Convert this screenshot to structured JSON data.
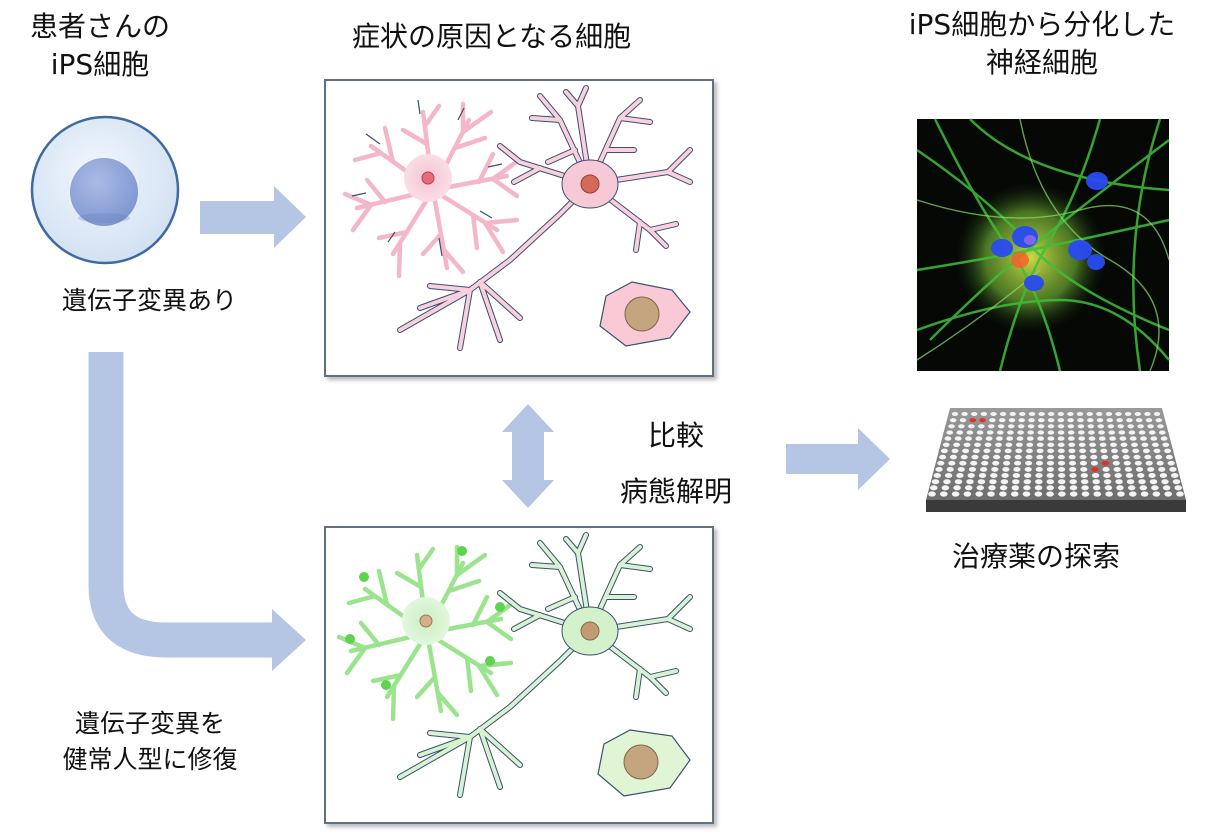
{
  "patient_ips": {
    "line1": "患者さんの",
    "line2": "iPS細胞"
  },
  "mutation_present": "遺伝子変異あり",
  "diseased_cells_title": "症状の原因となる細胞",
  "repaired": {
    "line1": "遺伝子変異を",
    "line2": "健常人型に修復"
  },
  "comparison": {
    "line1": "比較",
    "line2": "病態解明"
  },
  "neurons_title": {
    "line1": "iPS細胞から分化した",
    "line2": "神経細胞"
  },
  "drug_screening": "治療薬の探索",
  "colors": {
    "arrow": "#b4c6e4",
    "diseased_fill": "#f9d0dc",
    "diseased_stroke": "#3a4f72",
    "healthy_fill": "#d8f3d0",
    "healthy_accent": "#7edd73",
    "cell_membrane": "#dfeaf7",
    "cell_nucleus": "#8ea6d6"
  }
}
